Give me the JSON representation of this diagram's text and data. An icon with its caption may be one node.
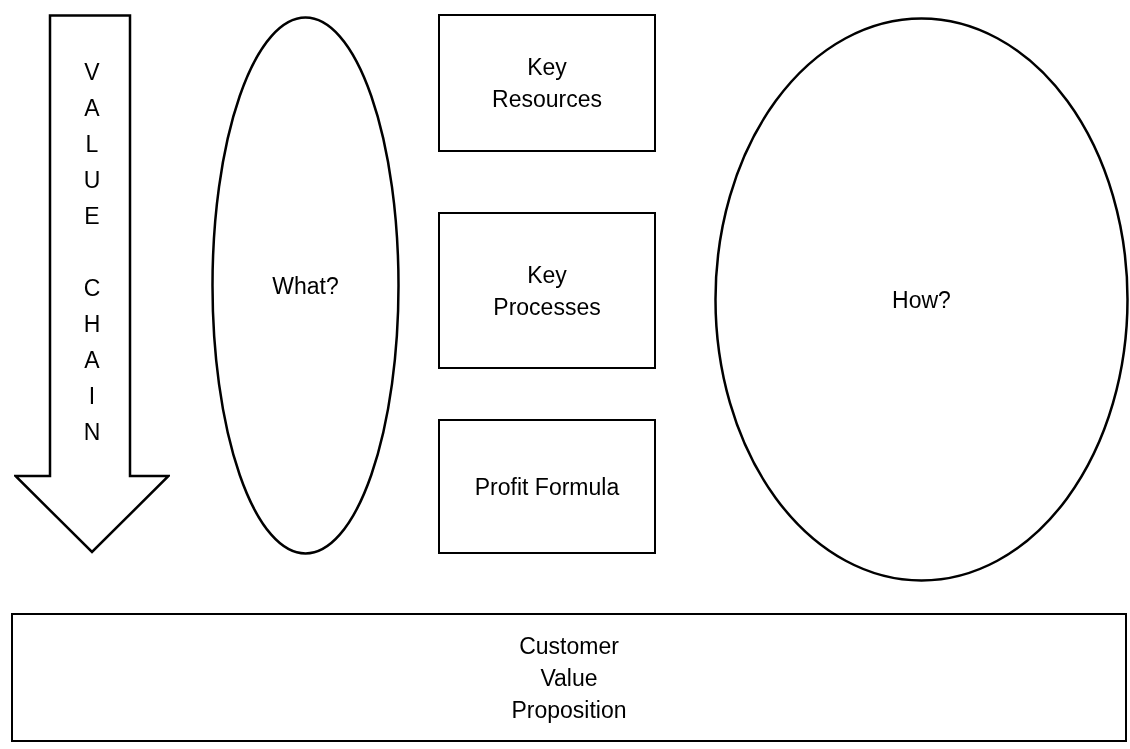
{
  "diagram": {
    "nodes": [
      {
        "text": [
          "VALUE CHAIN"
        ]
      },
      {
        "text": [
          "What?"
        ]
      },
      {
        "text": [
          "Key Resources"
        ]
      },
      {
        "text": [
          "Key Processes"
        ]
      },
      {
        "text": [
          "Profit Formula"
        ]
      },
      {
        "text": [
          "How?"
        ]
      },
      {
        "text": [
          "Customer Value Proposition"
        ]
      }
    ]
  }
}
